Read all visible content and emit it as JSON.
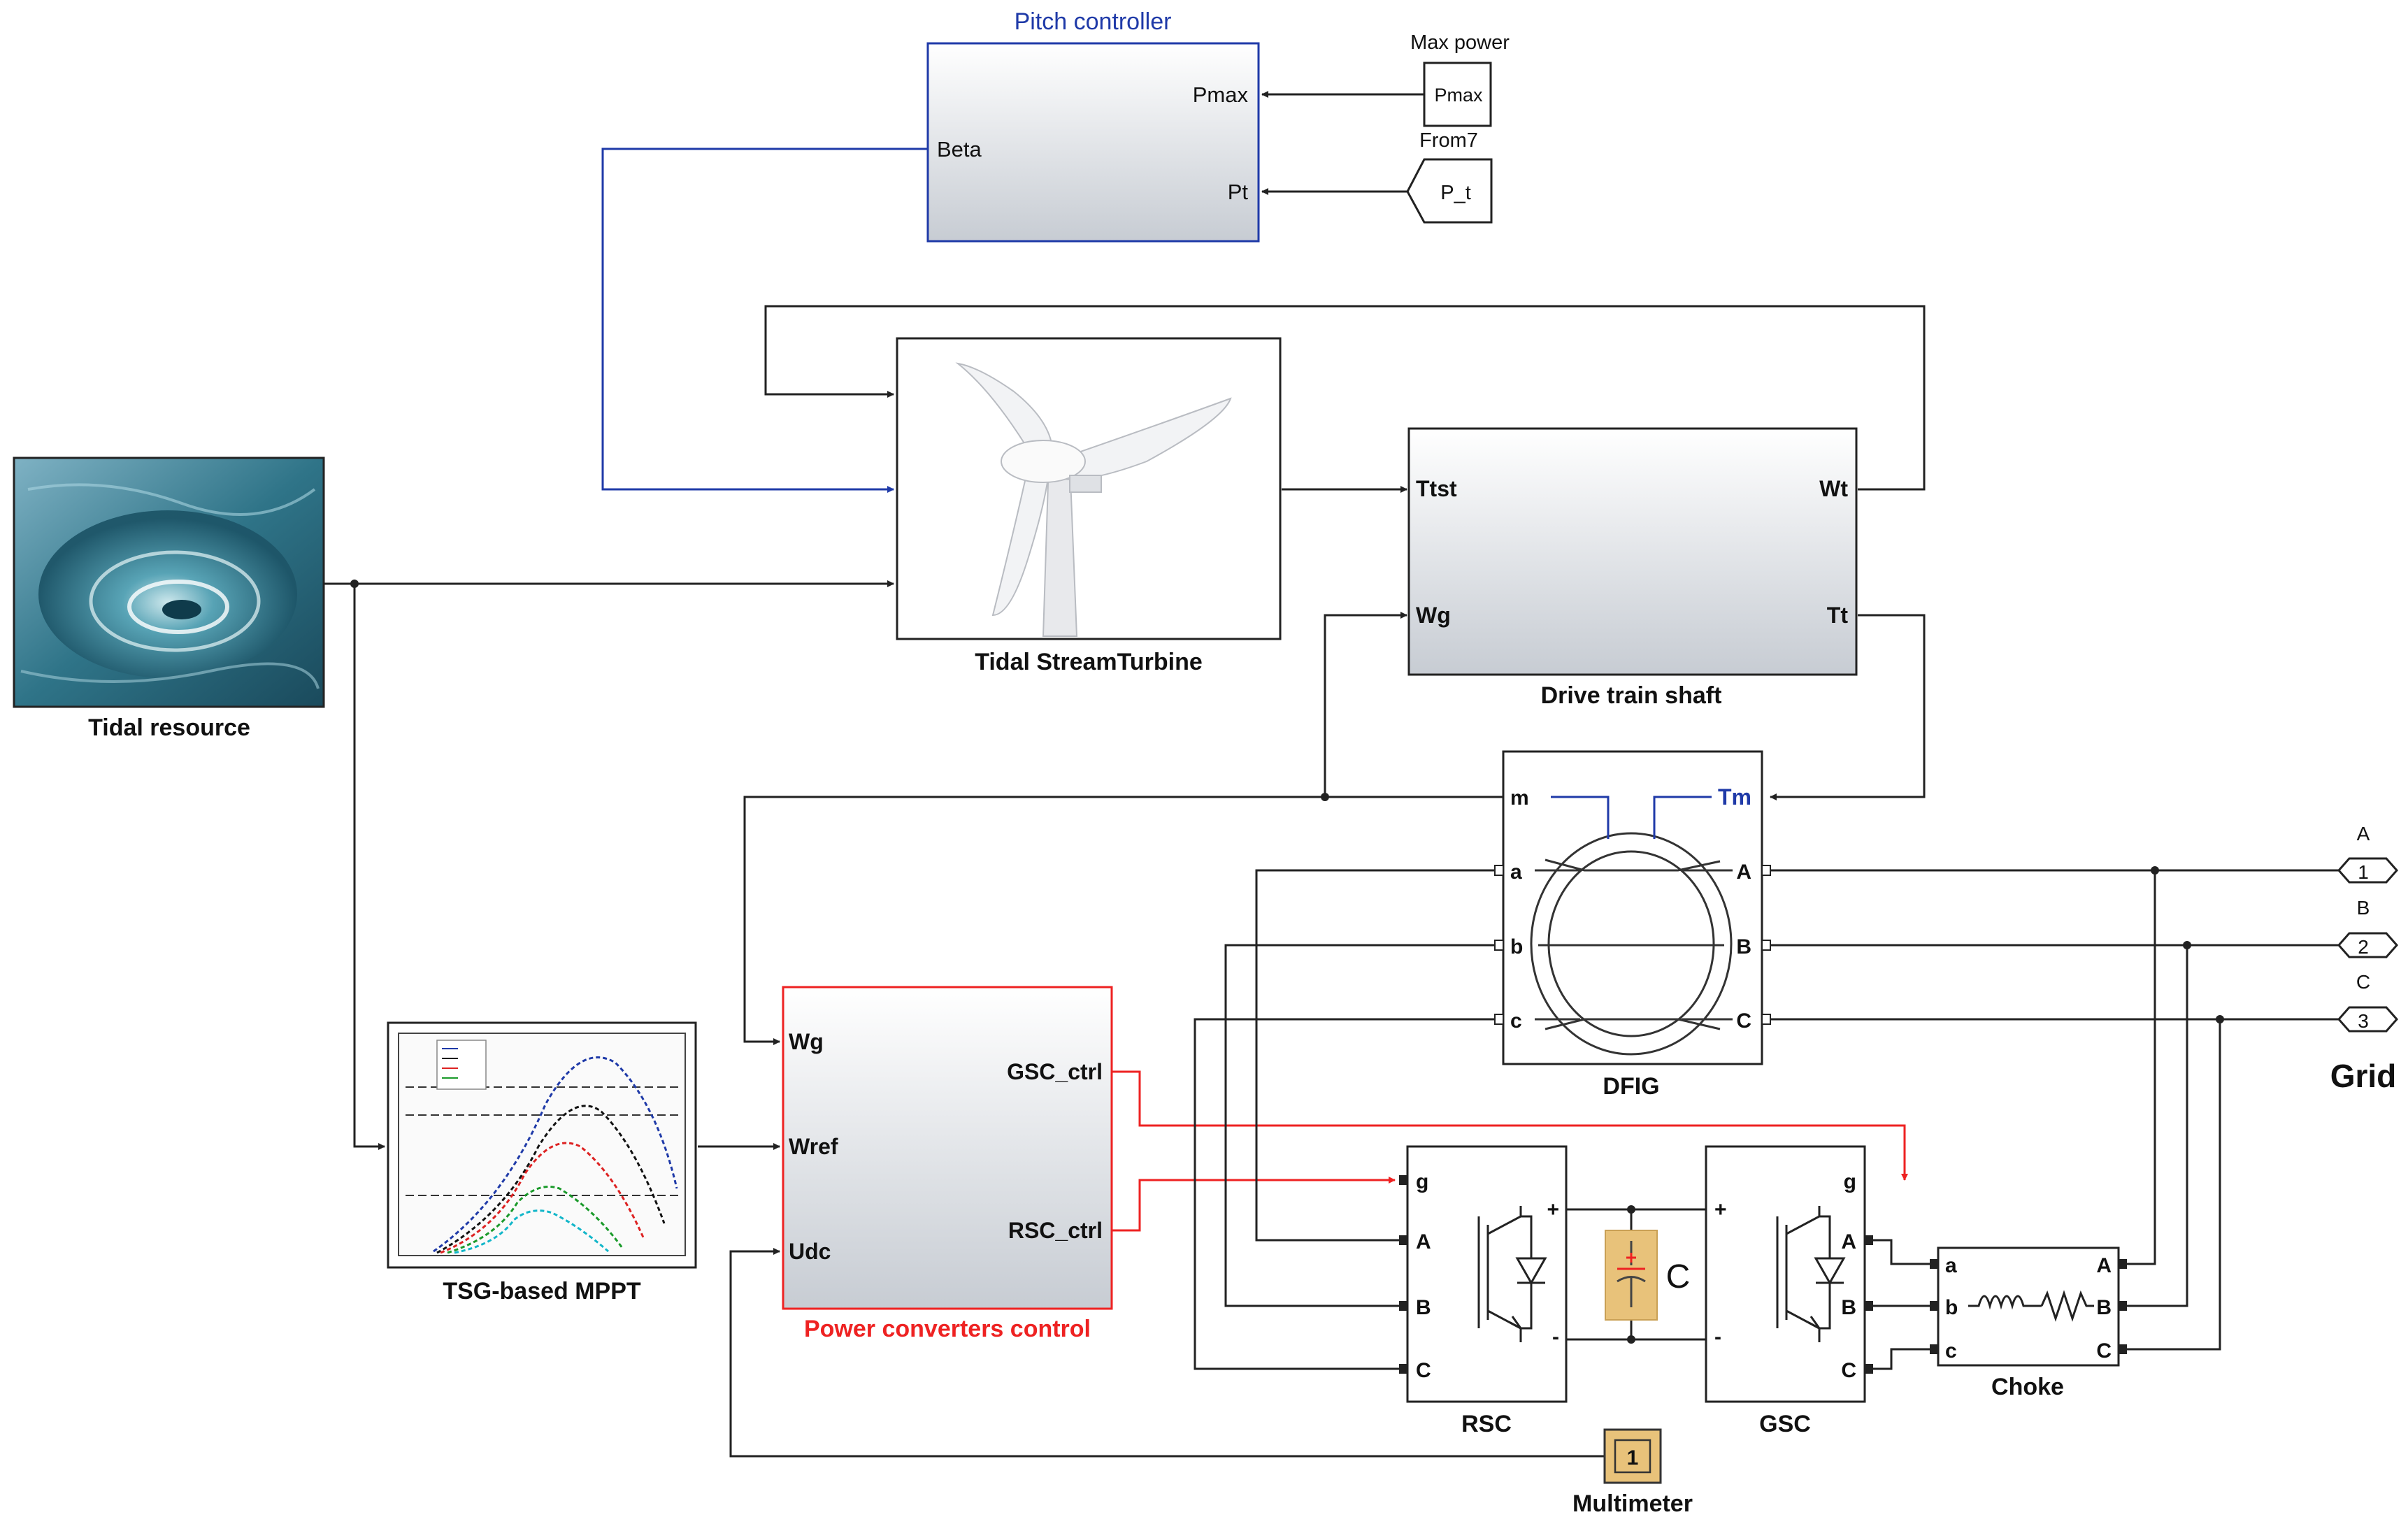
{
  "blocks": {
    "pitch_controller": {
      "title": "Pitch controller",
      "in_pmax": "Pmax",
      "in_pt": "Pt",
      "out_beta": "Beta"
    },
    "max_power": {
      "title": "Max power",
      "value": "Pmax"
    },
    "from7": {
      "title": "From7",
      "value": "P_t"
    },
    "tidal_resource": {
      "title": "Tidal resource"
    },
    "turbine": {
      "title": "Tidal StreamTurbine"
    },
    "drive_train": {
      "title": "Drive train shaft",
      "in_ttst": "Ttst",
      "in_wg": "Wg",
      "out_wt": "Wt",
      "out_tt": "Tt"
    },
    "dfig": {
      "title": "DFIG",
      "port_m": "m",
      "port_tm": "Tm",
      "port_a": "a",
      "port_b": "b",
      "port_c": "c",
      "port_A": "A",
      "port_B": "B",
      "port_C": "C"
    },
    "mppt": {
      "title": "TSG-based MPPT"
    },
    "pcc": {
      "title": "Power converters control",
      "in_wg": "Wg",
      "in_wref": "Wref",
      "in_udc": "Udc",
      "out_gsc": "GSC_ctrl",
      "out_rsc": "RSC_ctrl"
    },
    "rsc": {
      "title": "RSC",
      "g": "g",
      "A": "A",
      "B": "B",
      "C": "C",
      "plus": "+",
      "minus": "-"
    },
    "gsc": {
      "title": "GSC",
      "g": "g",
      "A": "A",
      "B": "B",
      "C": "C",
      "plus": "+",
      "minus": "-"
    },
    "capacitor": {
      "label": "C"
    },
    "choke": {
      "title": "Choke",
      "a": "a",
      "b": "b",
      "c": "c",
      "A": "A",
      "B": "B",
      "C": "C"
    },
    "multimeter": {
      "title": "Multimeter",
      "value": "1"
    },
    "grid": {
      "title": "Grid",
      "ports": [
        {
          "label": "A",
          "num": "1"
        },
        {
          "label": "B",
          "num": "2"
        },
        {
          "label": "C",
          "num": "3"
        }
      ]
    }
  }
}
